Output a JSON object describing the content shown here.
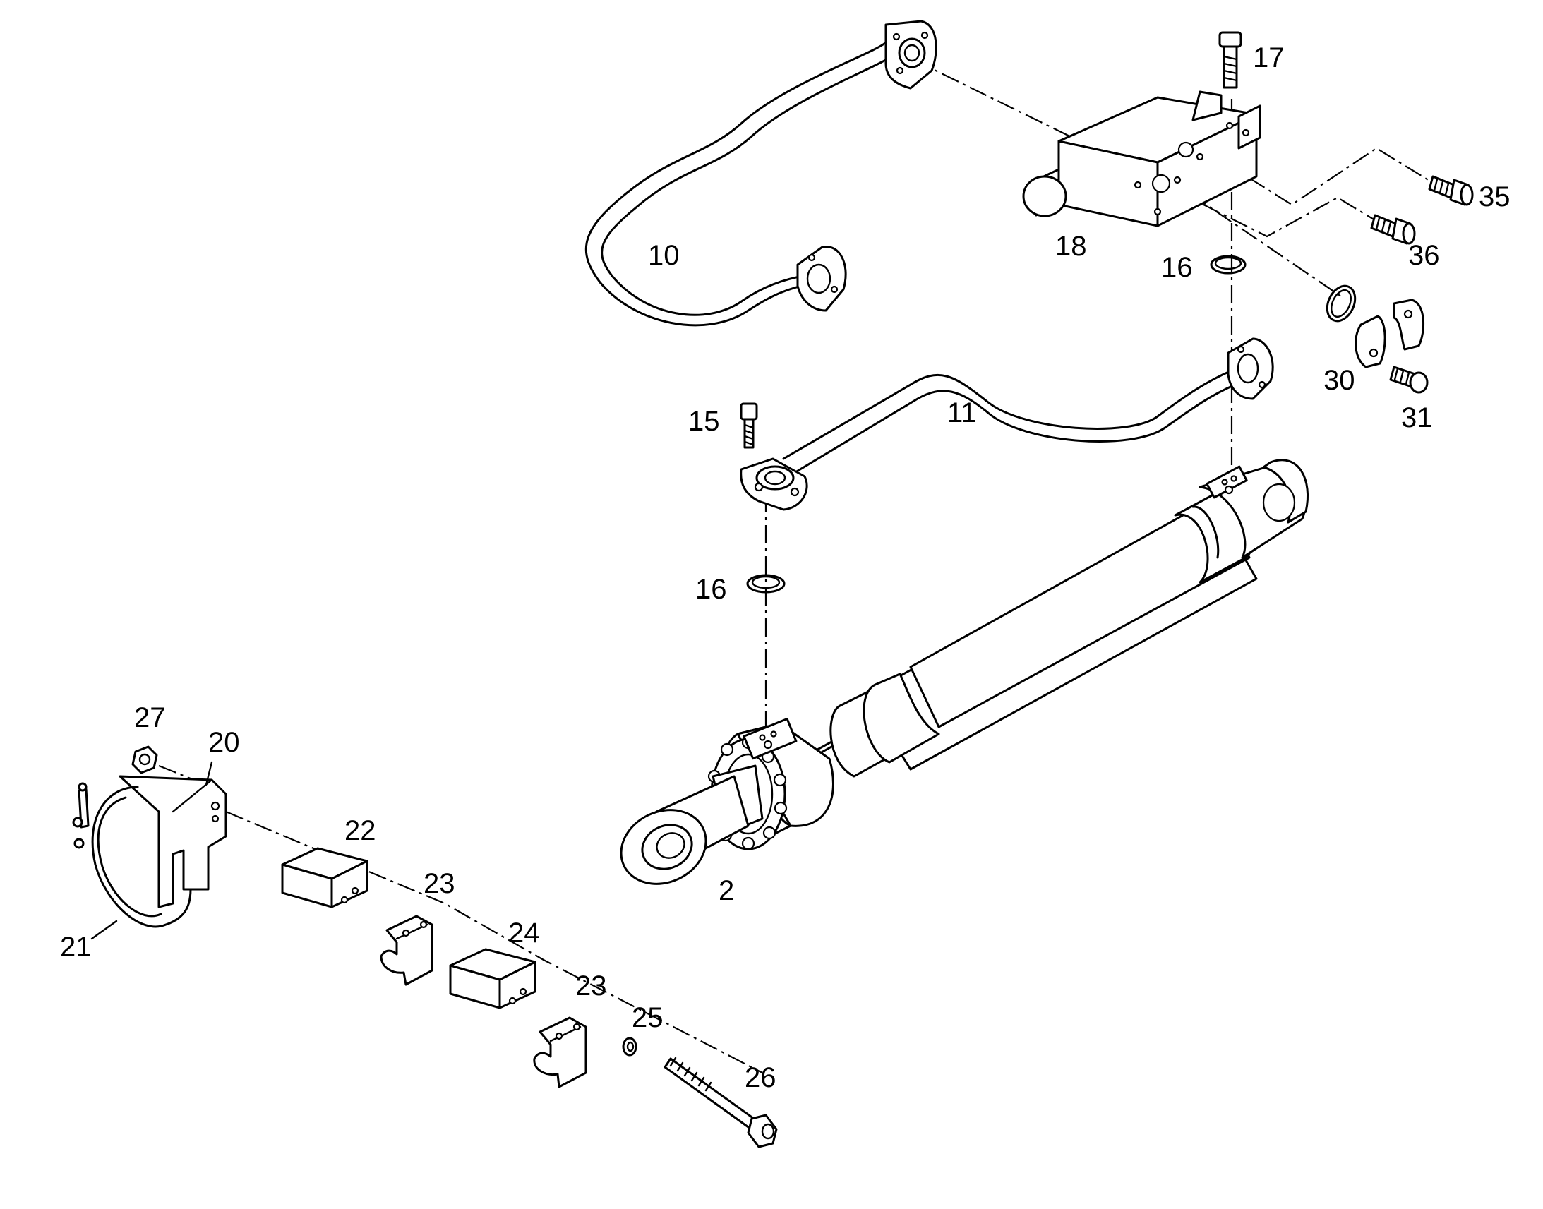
{
  "diagram": {
    "background": "#ffffff",
    "ink": "#000000",
    "labels": [
      {
        "id": "p2",
        "text": "2"
      },
      {
        "id": "p10",
        "text": "10"
      },
      {
        "id": "p11",
        "text": "11"
      },
      {
        "id": "p15",
        "text": "15"
      },
      {
        "id": "p16a",
        "text": "16"
      },
      {
        "id": "p16b",
        "text": "16"
      },
      {
        "id": "p17",
        "text": "17"
      },
      {
        "id": "p18",
        "text": "18"
      },
      {
        "id": "p20",
        "text": "20"
      },
      {
        "id": "p21",
        "text": "21"
      },
      {
        "id": "p22",
        "text": "22"
      },
      {
        "id": "p23a",
        "text": "23"
      },
      {
        "id": "p23b",
        "text": "23"
      },
      {
        "id": "p24",
        "text": "24"
      },
      {
        "id": "p25",
        "text": "25"
      },
      {
        "id": "p26",
        "text": "26"
      },
      {
        "id": "p27",
        "text": "27"
      },
      {
        "id": "p30",
        "text": "30"
      },
      {
        "id": "p31",
        "text": "31"
      },
      {
        "id": "p35",
        "text": "35"
      },
      {
        "id": "p36",
        "text": "36"
      }
    ]
  }
}
